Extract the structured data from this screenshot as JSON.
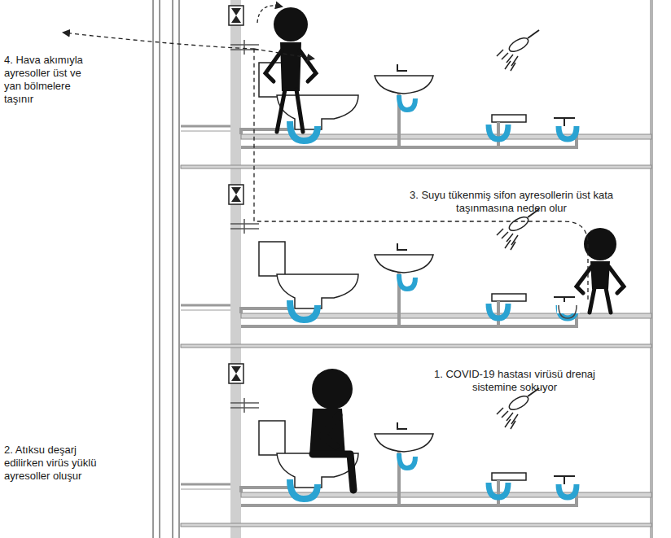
{
  "diagram": {
    "labels": [
      "4. Hava akımıyla ayresoller üst ve yan bölmelere taşınır",
      "3. Suyu tükenmiş sifon ayresollerin üst kata taşınmasına neden olur",
      "1. COVID-19 hastası virüsü drenaj sistemine sokuyor",
      "2. Atıksu deşarj edilirken virüs yüklü ayresoller oluşur"
    ]
  }
}
